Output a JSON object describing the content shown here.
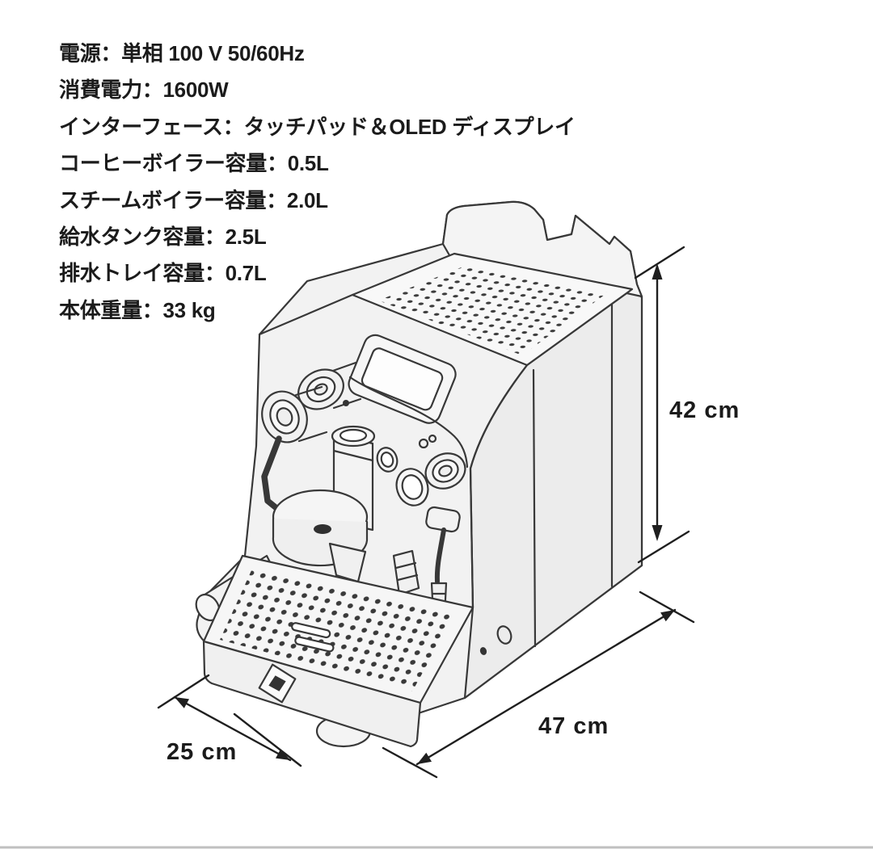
{
  "page": {
    "background": "#ffffff",
    "footer_line_color": "#bfbfbf"
  },
  "specs": {
    "line1": "電源：単相 100 V 50/60Hz",
    "line2": "消費電力：1600W",
    "line3": "インターフェース：タッチパッド＆OLED ディスプレイ",
    "line4": "コーヒーボイラー容量：0.5L",
    "line5": "スチームボイラー容量：2.0L",
    "line6": "給水タンク容量：2.5L",
    "line7": "排水トレイ容量：0.7L",
    "line8": "本体重量：33 kg"
  },
  "dimensions": {
    "height_label": "42 cm",
    "depth_label": "47 cm",
    "width_label": "25 cm"
  },
  "illustration": {
    "subject": "single-group espresso machine technical line drawing, isometric view",
    "ink_color": "#383838",
    "body_fill": "#f2f2f2",
    "side_fill": "#ececec",
    "dot_color": "#3c3c3c",
    "text_color": "#1b1b1b"
  }
}
